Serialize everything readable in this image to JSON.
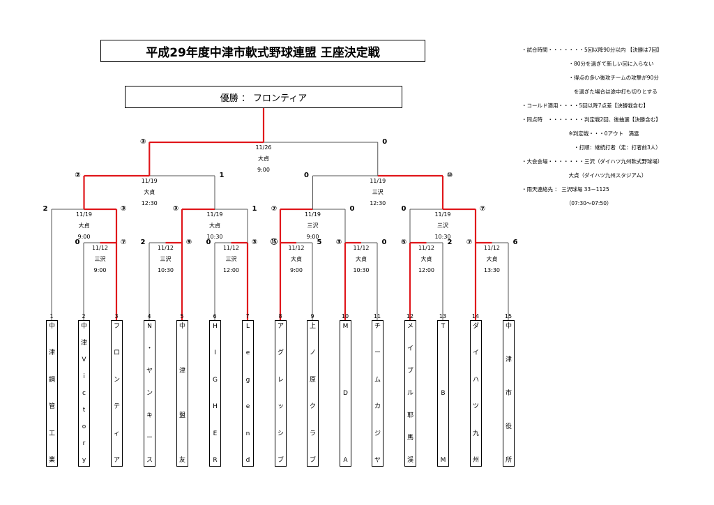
{
  "title": "平成29年度中津市軟式野球連盟 王座決定戦",
  "champion_label": "優勝 ： フロンティア",
  "teams": [
    {
      "num": "1",
      "chars": [
        "中",
        "津",
        "鋼",
        "管",
        "工",
        "業"
      ]
    },
    {
      "num": "2",
      "chars": [
        "中",
        "津",
        "V",
        "i",
        "c",
        "t",
        "o",
        "r",
        "y"
      ]
    },
    {
      "num": "3",
      "chars": [
        "フ",
        "ロ",
        "ン",
        "テ",
        "ィ",
        "ア"
      ]
    },
    {
      "num": "4",
      "chars": [
        "N",
        "・",
        "ヤ",
        "ン",
        "キ",
        "ー",
        "ス"
      ]
    },
    {
      "num": "5",
      "chars": [
        "中",
        "津",
        "盟",
        "友"
      ]
    },
    {
      "num": "6",
      "chars": [
        "H",
        "I",
        "G",
        "H",
        "E",
        "R"
      ]
    },
    {
      "num": "7",
      "chars": [
        "L",
        "e",
        "g",
        "e",
        "n",
        "d"
      ]
    },
    {
      "num": "8",
      "chars": [
        "ア",
        "グ",
        "レ",
        "ッ",
        "シ",
        "ブ"
      ]
    },
    {
      "num": "9",
      "chars": [
        "上",
        "ノ",
        "原",
        "ク",
        "ラ",
        "ブ"
      ]
    },
    {
      "num": "10",
      "chars": [
        "M",
        "D",
        "A"
      ]
    },
    {
      "num": "11",
      "chars": [
        "チ",
        "ー",
        "ム",
        "カ",
        "ジ",
        "ヤ"
      ]
    },
    {
      "num": "12",
      "chars": [
        "メ",
        "イ",
        "ブ",
        "ル",
        "耶",
        "馬",
        "渓"
      ]
    },
    {
      "num": "13",
      "chars": [
        "T",
        "B",
        "M"
      ]
    },
    {
      "num": "14",
      "chars": [
        "ダ",
        "イ",
        "ハ",
        "ツ",
        "九",
        "州"
      ]
    },
    {
      "num": "15",
      "chars": [
        "中",
        "津",
        "市",
        "役",
        "所"
      ]
    }
  ],
  "games": [
    {
      "date": "11/12",
      "venue": "三沢",
      "time": "9:00",
      "score_left": "0",
      "score_right": "⑦"
    },
    {
      "date": "11/12",
      "venue": "三沢",
      "time": "10:30",
      "score_left": "2",
      "score_right": "⑨"
    },
    {
      "date": "11/12",
      "venue": "三沢",
      "time": "12:00",
      "score_left": "0",
      "score_right": "③"
    },
    {
      "date": "11/12",
      "venue": "大貞",
      "time": "9:00",
      "score_left": "⑮",
      "score_right": "5"
    },
    {
      "date": "11/12",
      "venue": "大貞",
      "time": "10:30",
      "score_left": "③",
      "score_right": "0"
    },
    {
      "date": "11/12",
      "venue": "大貞",
      "time": "12:00",
      "score_left": "⑤",
      "score_right": "2"
    },
    {
      "date": "11/12",
      "venue": "大貞",
      "time": "13:30",
      "score_left": "⑦",
      "score_right": "6"
    },
    {
      "date": "11/19",
      "venue": "大貞",
      "time": "9:00",
      "score_left": "2",
      "score_right": "③"
    },
    {
      "date": "11/19",
      "venue": "大貞",
      "time": "10:30",
      "score_left": "③",
      "score_right": "1"
    },
    {
      "date": "11/19",
      "venue": "三沢",
      "time": "9:00",
      "score_left": "⑦",
      "score_right": "0"
    },
    {
      "date": "11/19",
      "venue": "三沢",
      "time": "10:30",
      "score_left": "0",
      "score_right": "⑦"
    },
    {
      "date": "11/19",
      "venue": "大貞",
      "time": "12:30",
      "score_left": "②",
      "score_right": "1"
    },
    {
      "date": "11/19",
      "venue": "三沢",
      "time": "12:30",
      "score_left": "0",
      "score_right": "⑩"
    },
    {
      "date": "11/26",
      "venue": "大貞",
      "time": "9:00",
      "score_left": "③",
      "score_right": "0"
    }
  ],
  "notes": [
    "・試合時間・・・・・・・5回以降90分以内 【決勝は7回】",
    "　　　　　　　　　・80分を過ぎて新しい回に入らない",
    "　　　　　　　　　・得点の多い後攻チームの攻撃が90分",
    "　　　　　　　　　　を過ぎた場合は途中打も切りとする",
    "・コールド適用・・・・5回以降7点差【決勝戦含む】",
    "・同点時　・・・・・・・判定戦2回、後抽選【決勝含む】",
    "　　　　　　　　　※判定戦・・・0アウト　満塁",
    "　　　　　　　　　　・打順：継続打者（走：打者前3人）",
    "・大会会場・・・・・・・三沢（ダイハツ九州軟式野球場）",
    "　　　　　　　　　大貞（ダイハツ九州スタジアム）",
    "",
    "・雨天連絡先 ： 三沢球場 33－1125",
    "　　　　　　　　　（07:30～07:50）"
  ],
  "colors": {
    "winner_line": "#e0161b",
    "line": "#555555"
  }
}
